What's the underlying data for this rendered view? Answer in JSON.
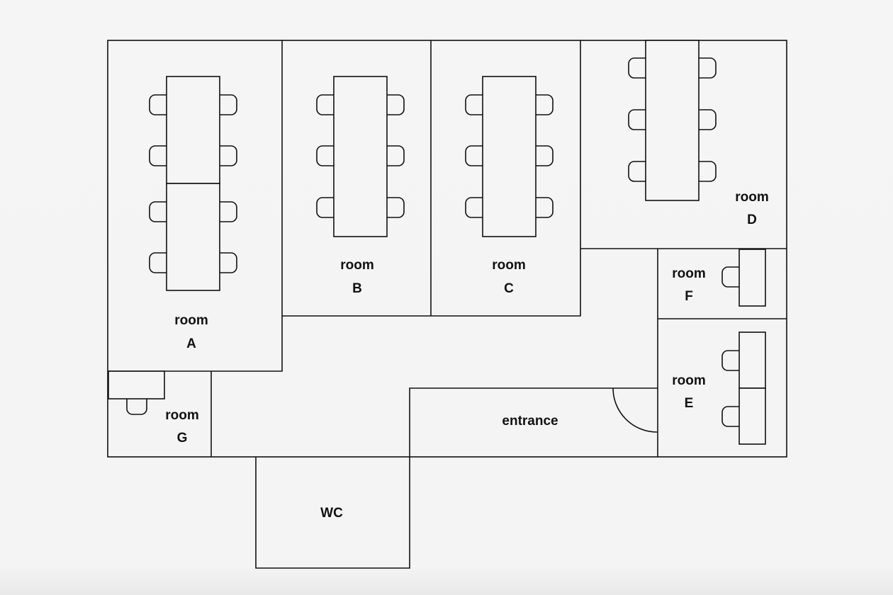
{
  "floorplan": {
    "rooms": {
      "A": {
        "line1": "room",
        "line2": "A"
      },
      "B": {
        "line1": "room",
        "line2": "B"
      },
      "C": {
        "line1": "room",
        "line2": "C"
      },
      "D": {
        "line1": "room",
        "line2": "D"
      },
      "E": {
        "line1": "room",
        "line2": "E"
      },
      "F": {
        "line1": "room",
        "line2": "F"
      },
      "G": {
        "line1": "room",
        "line2": "G"
      }
    },
    "entrance": "entrance",
    "wc": "WC"
  }
}
